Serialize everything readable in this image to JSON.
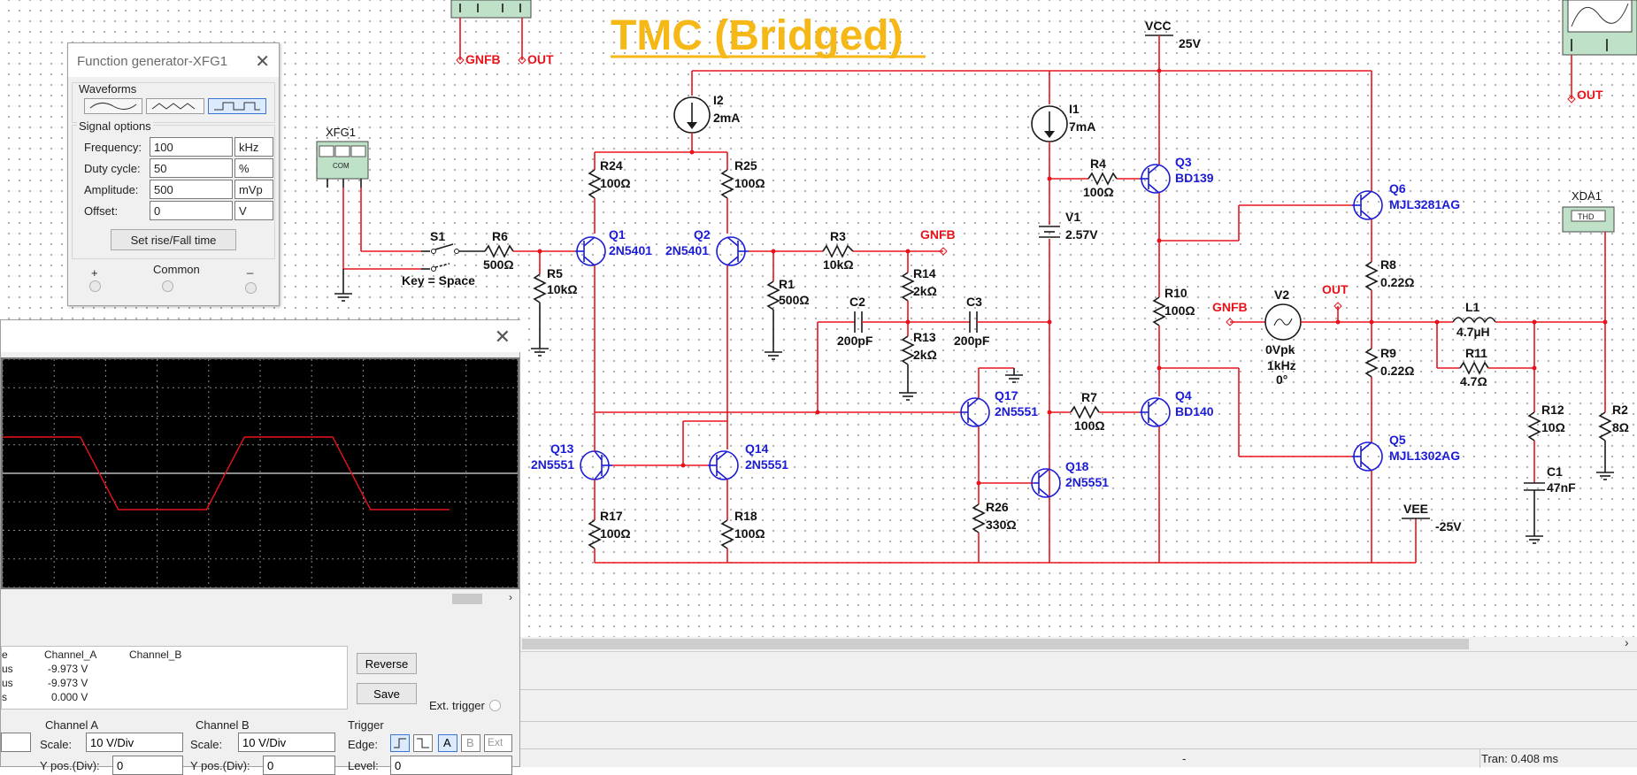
{
  "schematic": {
    "title": "TMC (Bridged)",
    "labels": {
      "vcc": "VCC",
      "vcc_v": "25V",
      "vee": "VEE",
      "vee_v": "-25V",
      "gnfb": "GNFB",
      "out": "OUT",
      "xfg1": "XFG1",
      "xda1": "XDA1",
      "thd": "THD",
      "key": "Key = Space",
      "s1": "S1",
      "com": "COM"
    },
    "components": [
      {
        "ref": "I2",
        "value": "2mA"
      },
      {
        "ref": "I1",
        "value": "7mA"
      },
      {
        "ref": "R24",
        "value": "100Ω"
      },
      {
        "ref": "R25",
        "value": "100Ω"
      },
      {
        "ref": "R6",
        "value": "500Ω"
      },
      {
        "ref": "R5",
        "value": "10kΩ"
      },
      {
        "ref": "R3",
        "value": "10kΩ"
      },
      {
        "ref": "R1",
        "value": "500Ω"
      },
      {
        "ref": "R14",
        "value": "2kΩ"
      },
      {
        "ref": "R13",
        "value": "2kΩ"
      },
      {
        "ref": "C2",
        "value": "200pF"
      },
      {
        "ref": "C3",
        "value": "200pF"
      },
      {
        "ref": "R4",
        "value": "100Ω"
      },
      {
        "ref": "V1",
        "value": "2.57V"
      },
      {
        "ref": "R10",
        "value": "100Ω"
      },
      {
        "ref": "R7",
        "value": "100Ω"
      },
      {
        "ref": "R26",
        "value": "330Ω"
      },
      {
        "ref": "R17",
        "value": "100Ω"
      },
      {
        "ref": "R18",
        "value": "100Ω"
      },
      {
        "ref": "R8",
        "value": "0.22Ω"
      },
      {
        "ref": "R9",
        "value": "0.22Ω"
      },
      {
        "ref": "L1",
        "value": "4.7µH"
      },
      {
        "ref": "R11",
        "value": "4.7Ω"
      },
      {
        "ref": "R12",
        "value": "10Ω"
      },
      {
        "ref": "C1",
        "value": "47nF"
      },
      {
        "ref": "R2",
        "value": "8Ω"
      }
    ],
    "transistors": [
      {
        "ref": "Q1",
        "part": "2N5401"
      },
      {
        "ref": "Q2",
        "part": "2N5401"
      },
      {
        "ref": "Q3",
        "part": "BD139"
      },
      {
        "ref": "Q4",
        "part": "BD140"
      },
      {
        "ref": "Q5",
        "part": "MJL1302AG"
      },
      {
        "ref": "Q6",
        "part": "MJL3281AG"
      },
      {
        "ref": "Q13",
        "part": "2N5551"
      },
      {
        "ref": "Q14",
        "part": "2N5551"
      },
      {
        "ref": "Q17",
        "part": "2N5551"
      },
      {
        "ref": "Q18",
        "part": "2N5551"
      }
    ],
    "v2": {
      "ref": "V2",
      "line1": "0Vpk",
      "line2": "1kHz",
      "line3": "0°"
    }
  },
  "function_generator": {
    "title": "Function generator-XFG1",
    "waveforms_label": "Waveforms",
    "signal_options_label": "Signal options",
    "waveforms": [
      {
        "name": "sine-icon",
        "selected": false
      },
      {
        "name": "triangle-icon",
        "selected": false
      },
      {
        "name": "square-icon",
        "selected": true
      }
    ],
    "rows": [
      {
        "label": "Frequency:",
        "value": "100",
        "unit": "kHz"
      },
      {
        "label": "Duty cycle:",
        "value": "50",
        "unit": "%"
      },
      {
        "label": "Amplitude:",
        "value": "500",
        "unit": "mVp"
      },
      {
        "label": "Offset:",
        "value": "0",
        "unit": "V"
      }
    ],
    "rise_fall_button": "Set rise/Fall time",
    "plus": "+",
    "common": "Common",
    "minus": "_"
  },
  "oscilloscope": {
    "readout_header": [
      "e",
      "Channel_A",
      "Channel_B"
    ],
    "readout_rows": [
      {
        "c0": "us",
        "a": "-9.973 V",
        "b": ""
      },
      {
        "c0": "us",
        "a": "-9.973 V",
        "b": ""
      },
      {
        "c0": "s",
        "a": "0.000 V",
        "b": ""
      }
    ],
    "reverse_button": "Reverse",
    "save_button": "Save",
    "ext_trigger": "Ext. trigger",
    "channel_a_label": "Channel A",
    "channel_b_label": "Channel B",
    "trigger_label": "Trigger",
    "scale_label": "Scale:",
    "ch_a_scale": "10  V/Div",
    "ch_b_scale": "10  V/Div",
    "edge_label": "Edge:",
    "level_label": "Level:",
    "ypos_label": "Y pos.(Div):",
    "ch_a_ypos": "0",
    "ch_b_ypos": "0",
    "trigger_a": "A",
    "trigger_b": "B",
    "trigger_ext": "Ext",
    "trigger_level": "0",
    "trace_color": "#e8131b",
    "trace_levels": [
      1,
      1,
      0,
      0,
      1,
      1,
      0,
      0
    ]
  },
  "status": {
    "dash": "-",
    "tran": "Tran: 0.408 ms"
  }
}
